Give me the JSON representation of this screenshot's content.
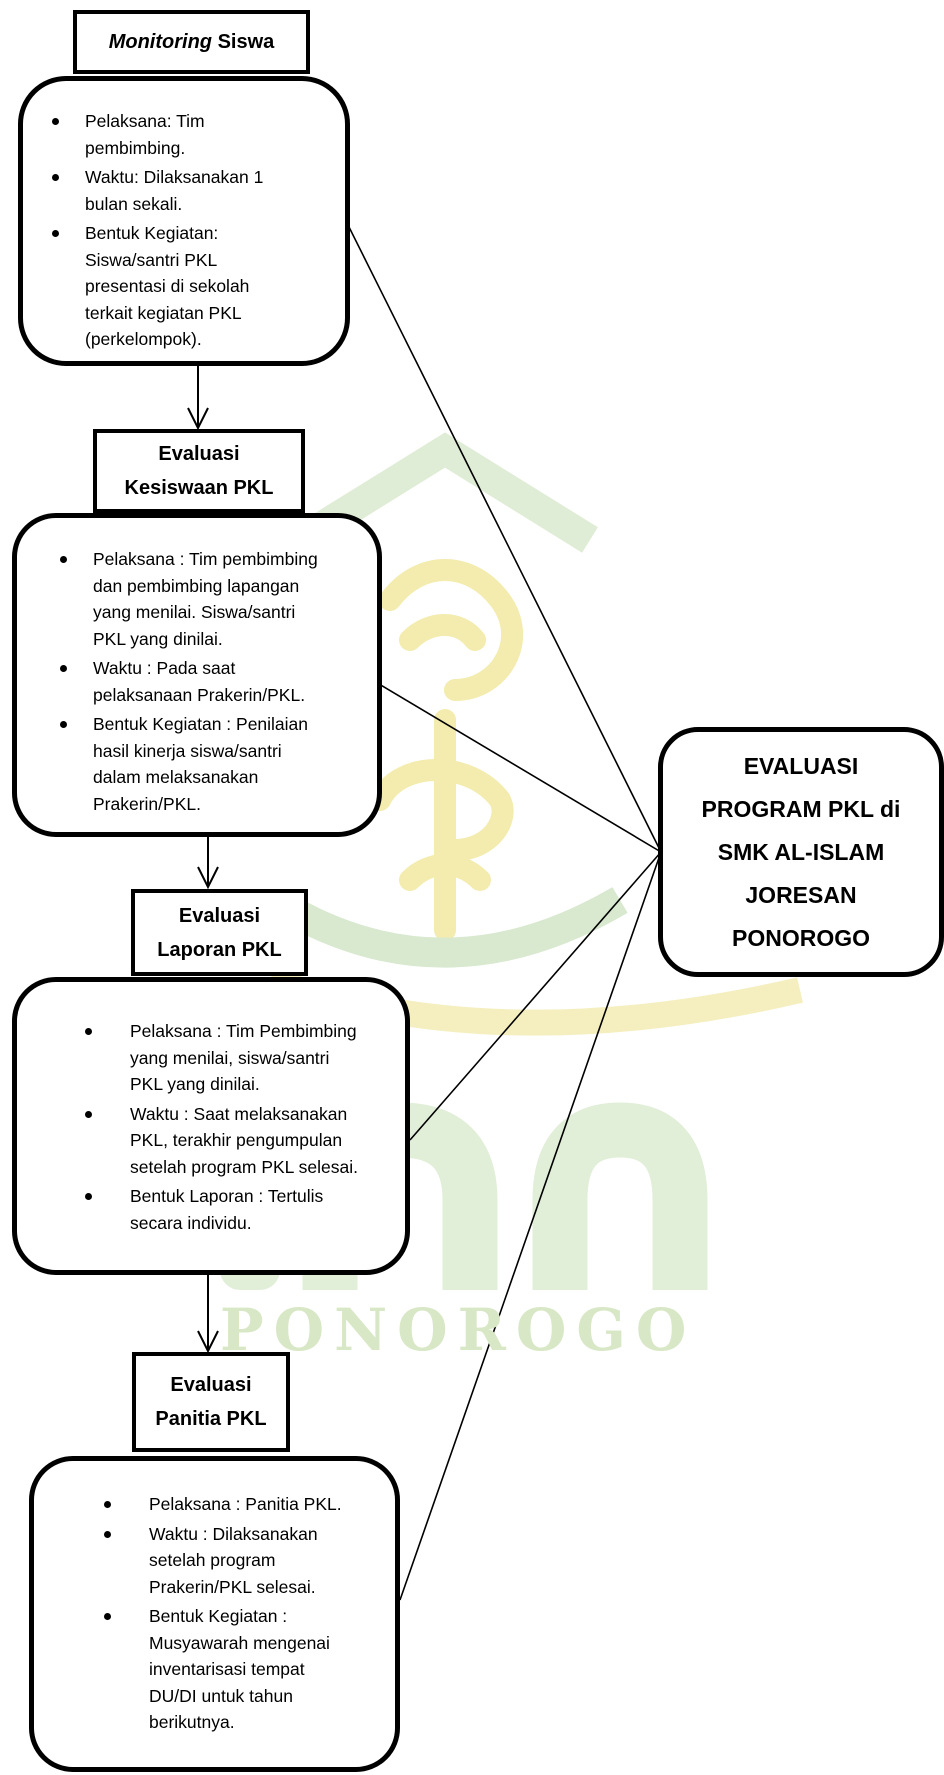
{
  "watermark": {
    "text": "PONOROGO"
  },
  "nodes": {
    "monitoring": {
      "title_italic": "Monitoring",
      "title_rest": "Siswa"
    },
    "monitoring_detail": {
      "items": [
        [
          "Pelaksana: Tim",
          "pembimbing."
        ],
        [
          "Waktu: Dilaksanakan 1",
          "bulan sekali."
        ],
        [
          "Bentuk Kegiatan:",
          "Siswa/santri PKL",
          "presentasi di sekolah",
          "terkait kegiatan PKL",
          "(perkelompok)."
        ]
      ]
    },
    "evaluasi_kesiswaan": {
      "title_lines": [
        "Evaluasi",
        "Kesiswaan PKL"
      ]
    },
    "kesiswaan_detail": {
      "items": [
        [
          "Pelaksana : Tim pembimbing",
          "dan pembimbing lapangan",
          "yang menilai. Siswa/santri",
          "PKL yang dinilai."
        ],
        [
          "Waktu : Pada saat",
          "pelaksanaan Prakerin/PKL."
        ],
        [
          "Bentuk Kegiatan : Penilaian",
          "hasil kinerja siswa/santri",
          "dalam melaksanakan",
          "Prakerin/PKL."
        ]
      ]
    },
    "evaluasi_laporan": {
      "title_lines": [
        "Evaluasi",
        "Laporan PKL"
      ]
    },
    "laporan_detail": {
      "items": [
        [
          "Pelaksana : Tim Pembimbing",
          "yang menilai, siswa/santri",
          "PKL yang dinilai."
        ],
        [
          "Waktu : Saat melaksanakan",
          "PKL, terakhir pengumpulan",
          "setelah program PKL selesai."
        ],
        [
          "Bentuk Laporan : Tertulis",
          "secara individu."
        ]
      ]
    },
    "evaluasi_panitia": {
      "title_lines": [
        "Evaluasi",
        "Panitia PKL"
      ]
    },
    "panitia_detail": {
      "items": [
        [
          "Pelaksana : Panitia PKL."
        ],
        [
          "Waktu : Dilaksanakan",
          "setelah program",
          "Prakerin/PKL selesai."
        ],
        [
          "Bentuk Kegiatan :",
          "Musyawarah mengenai",
          "inventarisasi tempat",
          "DU/DI untuk tahun",
          "berikutnya."
        ]
      ]
    },
    "main_goal": {
      "title_lines": [
        "EVALUASI",
        "PROGRAM PKL di",
        "SMK AL-ISLAM",
        "JORESAN",
        "PONOROGO"
      ]
    }
  },
  "colors": {
    "stroke": "#000000",
    "watermark_green": "#d8e7c6",
    "watermark_yellow": "#f5f0b8"
  }
}
